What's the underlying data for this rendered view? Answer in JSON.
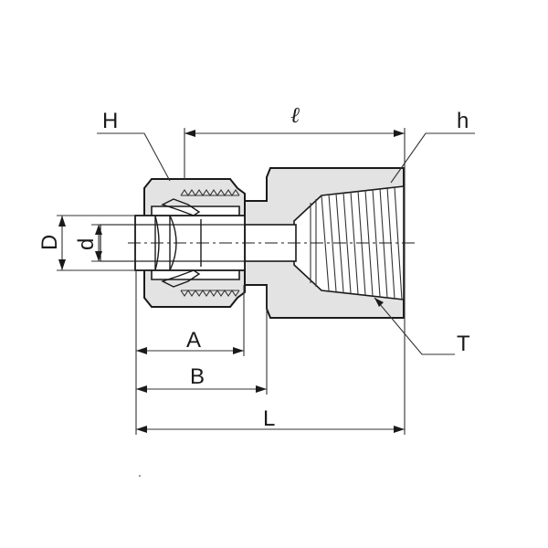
{
  "labels": {
    "H": "H",
    "l": "ℓ",
    "h": "h",
    "D": "D",
    "d": "d",
    "A": "A",
    "B": "B",
    "L": "L",
    "T": "T"
  }
}
